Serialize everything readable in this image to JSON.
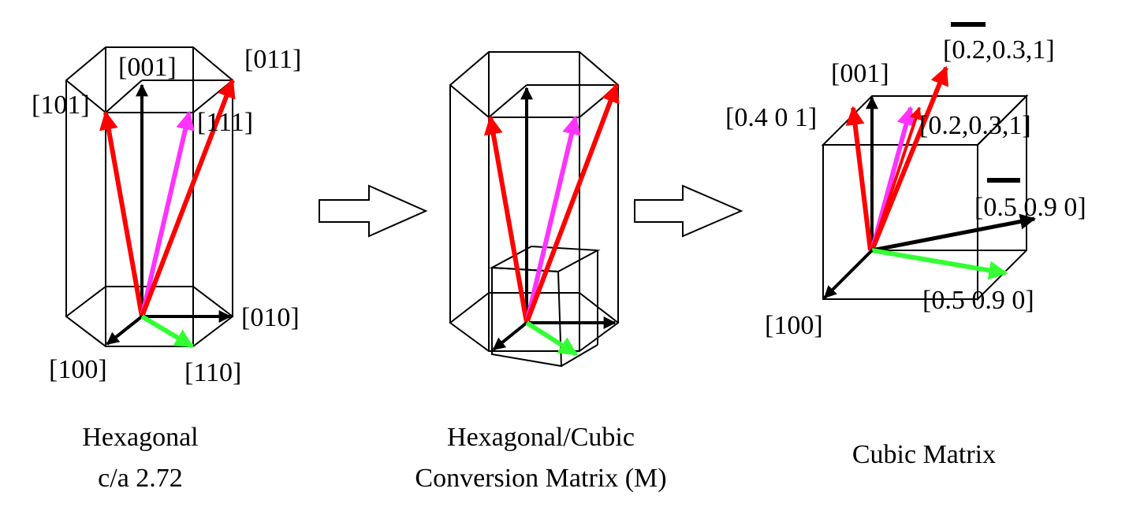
{
  "colors": {
    "red": "#ff0000",
    "magenta": "#ff33ff",
    "green": "#33ff33",
    "black": "#000000",
    "background": "#ffffff"
  },
  "panels": {
    "hexagonal": {
      "labels": {
        "v001": "[001]",
        "v011": "[011]",
        "v101": "[101]",
        "v111": "[111]",
        "v010": "[010]",
        "v100": "[100]",
        "v110": "[110]"
      },
      "caption_line1": "Hexagonal",
      "caption_line2": "c/a 2.72"
    },
    "conversion": {
      "caption_line1": "Hexagonal/Cubic",
      "caption_line2": "Conversion Matrix (M)"
    },
    "cubic": {
      "labels": {
        "v001": "[001]",
        "v_top": "[0.2,0.3,1]",
        "v401": "[0.4 0 1]",
        "v_mid": "[0.2,0.3,1]",
        "v_black": "[0.5 0.9 0]",
        "v_green": "[0.5 0.9 0]",
        "v100": "[100]"
      },
      "caption": "Cubic Matrix"
    }
  },
  "arrows": {
    "transition_1": "right-arrow",
    "transition_2": "right-arrow"
  }
}
